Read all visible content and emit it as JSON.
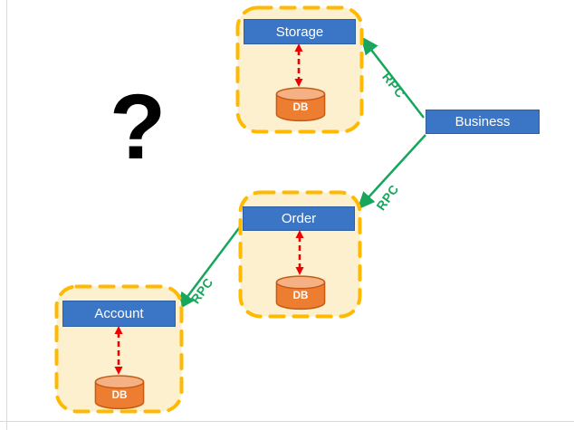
{
  "diagram": {
    "question_mark": "?",
    "services": [
      {
        "id": "storage",
        "label": "Storage",
        "db_label": "DB"
      },
      {
        "id": "order",
        "label": "Order",
        "db_label": "DB"
      },
      {
        "id": "account",
        "label": "Account",
        "db_label": "DB"
      }
    ],
    "business": {
      "label": "Business"
    },
    "connections": [
      {
        "from": "Business",
        "to": "Storage",
        "label": "RPC"
      },
      {
        "from": "Business",
        "to": "Order",
        "label": "RPC"
      },
      {
        "from": "Order",
        "to": "Account",
        "label": "RPC"
      }
    ],
    "colors": {
      "service_fill": "#FCF0CE",
      "service_border": "#FFB900",
      "node_fill": "#3B76C6",
      "node_border": "#2E5FA3",
      "db_fill": "#ED7D31",
      "db_top": "#F5B183",
      "db_border": "#C55A11",
      "db_arrow": "#EE0000",
      "rpc_line": "#17A65C",
      "frame_line": "#D9D9D9"
    }
  }
}
